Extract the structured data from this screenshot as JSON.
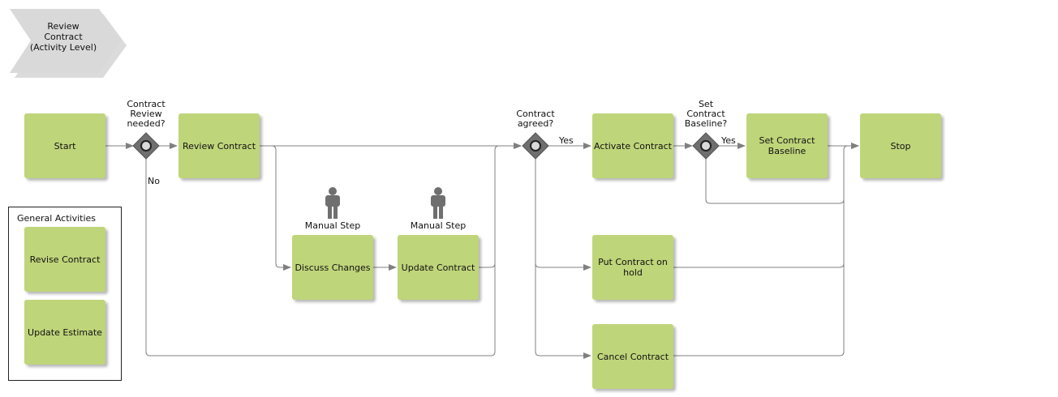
{
  "header": {
    "title": "Review\nContract\n(Activity Level)"
  },
  "boxes": {
    "start": "Start",
    "review_contract": "Review Contract",
    "discuss_changes": "Discuss Changes",
    "update_contract": "Update Contract",
    "activate_contract": "Activate Contract",
    "set_contract_baseline": "Set Contract Baseline",
    "stop": "Stop",
    "put_on_hold": "Put Contract on hold",
    "cancel_contract": "Cancel Contract"
  },
  "gateways": {
    "review_needed": "Contract\nReview\nneeded?",
    "contract_agreed": "Contract\nagreed?",
    "set_baseline": "Set\nContract\nBaseline?"
  },
  "flow_labels": {
    "no": "No",
    "yes_agreed": "Yes",
    "yes_baseline": "Yes"
  },
  "roles": {
    "manual_step_1": "Manual Step",
    "manual_step_2": "Manual Step"
  },
  "legend": {
    "title": "General Activities",
    "items": [
      "Revise Contract",
      "Update Estimate"
    ]
  },
  "colors": {
    "activity": "#bfd57a",
    "gateway": "#6f6f6f",
    "connector": "#808080",
    "chevron": "#d9d9d9",
    "person": "#6f6f6f"
  }
}
